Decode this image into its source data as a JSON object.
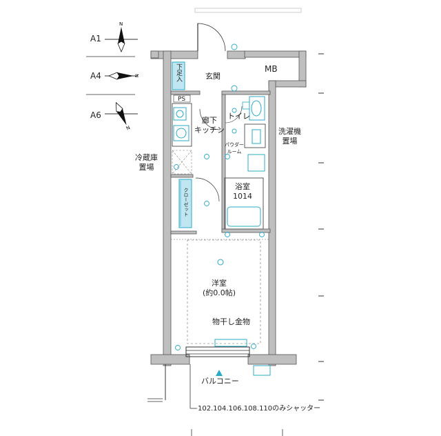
{
  "orientations": [
    {
      "name": "A1",
      "rotation": 0
    },
    {
      "name": "A4",
      "rotation": 90
    },
    {
      "name": "A6",
      "rotation": 155
    }
  ],
  "rooms": {
    "entrance": "玄関",
    "shoe_storage": "下足入",
    "mb": "MB",
    "ps": "PS",
    "kitchen": "廊下\nキッチン",
    "toilet": "トイレ",
    "powder_room": "パウダールーム",
    "washer": "洗濯機\n置場",
    "fridge": "冷蔵庫\n置場",
    "closet": "クローゼット",
    "bath": "浴室\n1014",
    "western_room": "洋室\n(約0.0帖)",
    "drying_rack": "物干し金物",
    "balcony": "バルコニー",
    "shutter_note": "102.104.106.108.110のみシャッター"
  },
  "colors": {
    "wall": "#bfbfbf",
    "wall_outline": "#555555",
    "fixture": "#29a9c9",
    "storage_fill": "#bfe6f1"
  }
}
